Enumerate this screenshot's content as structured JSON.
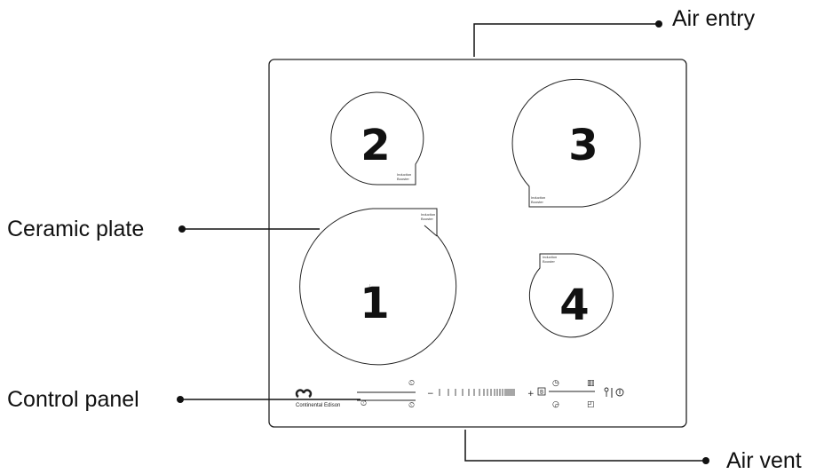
{
  "labels": {
    "air_entry": "Air entry",
    "ceramic_plate": "Ceramic plate",
    "control_panel": "Control panel",
    "air_vent": "Air vent"
  },
  "zones": {
    "z1": "1",
    "z2": "2",
    "z3": "3",
    "z4": "4"
  },
  "booster_label": [
    "Induction",
    "Booster"
  ],
  "brand": "Continental Edison",
  "control_icons": {
    "clock": "clock-icon",
    "timer_up": "timer-up-icon",
    "timer_down": "timer-down-icon",
    "minus": "−",
    "plus": "+",
    "booster_key": "B",
    "lock": "lock-icon",
    "power": "power-icon"
  }
}
